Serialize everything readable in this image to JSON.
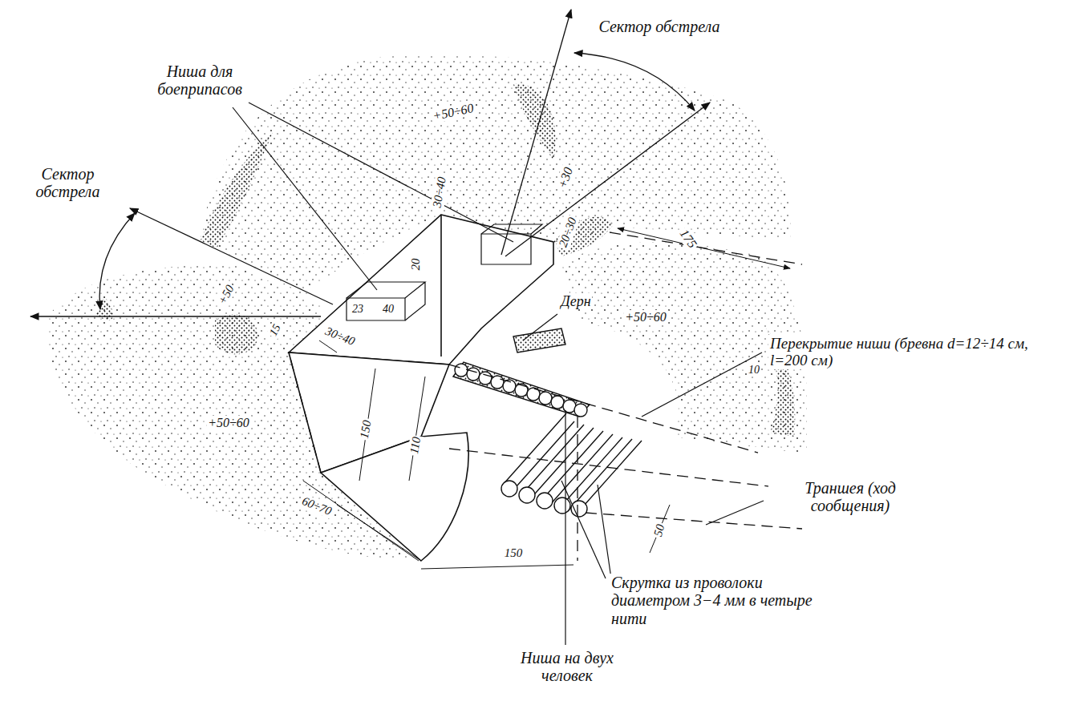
{
  "diagram": {
    "labels": [
      "Сектор обстрела",
      "Ниша для боеприпасов",
      "Сектор обстрела",
      "+50÷60",
      "+30",
      "30÷40",
      "20÷30",
      "175",
      "20",
      "23",
      "40",
      "30÷40",
      "+50",
      "15",
      "Дерн",
      "+50÷60",
      "Перекрытие ниши (бревна d=12÷14 см, l=200 см)",
      "10",
      "+50÷60",
      "150",
      "110",
      "60÷70",
      "150",
      "50",
      "Траншея (ход сообщения)",
      "Скрутка из проволоки диаметром 3−4 мм в четыре нити",
      "Ниша на двух человек"
    ]
  }
}
